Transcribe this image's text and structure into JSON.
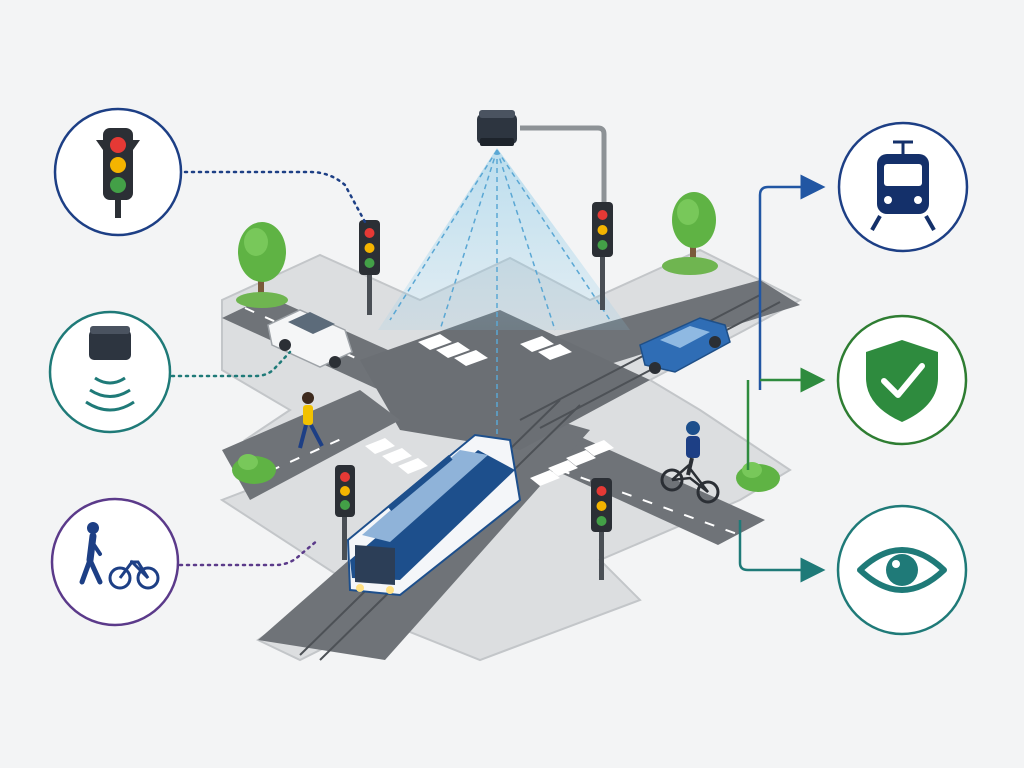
{
  "colors": {
    "background": "#f3f4f5",
    "asphalt": "#6f7378",
    "asphalt_dark": "#5b5f64",
    "sidewalk": "#d9dbdd",
    "curb": "#bfc2c5",
    "lane_marking": "#ffffff",
    "tram_blue": "#1d4f8c",
    "tram_white": "#f4f6f9",
    "car_blue": "#2f6db5",
    "car_white": "#f5f6f7",
    "signal_red": "#e53935",
    "signal_amber": "#f4b400",
    "signal_green": "#43a047",
    "sensor_beam": "#8ecbe8",
    "tree_green": "#5fb344",
    "navy_circle": "#1d3f85",
    "teal_circle": "#1f7a78",
    "purple_circle": "#5b3a8a",
    "green_circle": "#2e7d32",
    "connector_blue": "#2156a3",
    "connector_green": "#2e8b3e",
    "connector_teal": "#1f7a78"
  },
  "left_icons": [
    {
      "name": "traffic-light-icon",
      "ring": "navy_circle"
    },
    {
      "name": "sensor-icon",
      "ring": "teal_circle"
    },
    {
      "name": "pedestrian-cyclist-icon",
      "ring": "purple_circle"
    }
  ],
  "right_icons": [
    {
      "name": "tram-icon",
      "ring": "navy_circle"
    },
    {
      "name": "shield-check-icon",
      "ring": "green_circle"
    },
    {
      "name": "eye-icon",
      "ring": "teal_circle"
    }
  ]
}
